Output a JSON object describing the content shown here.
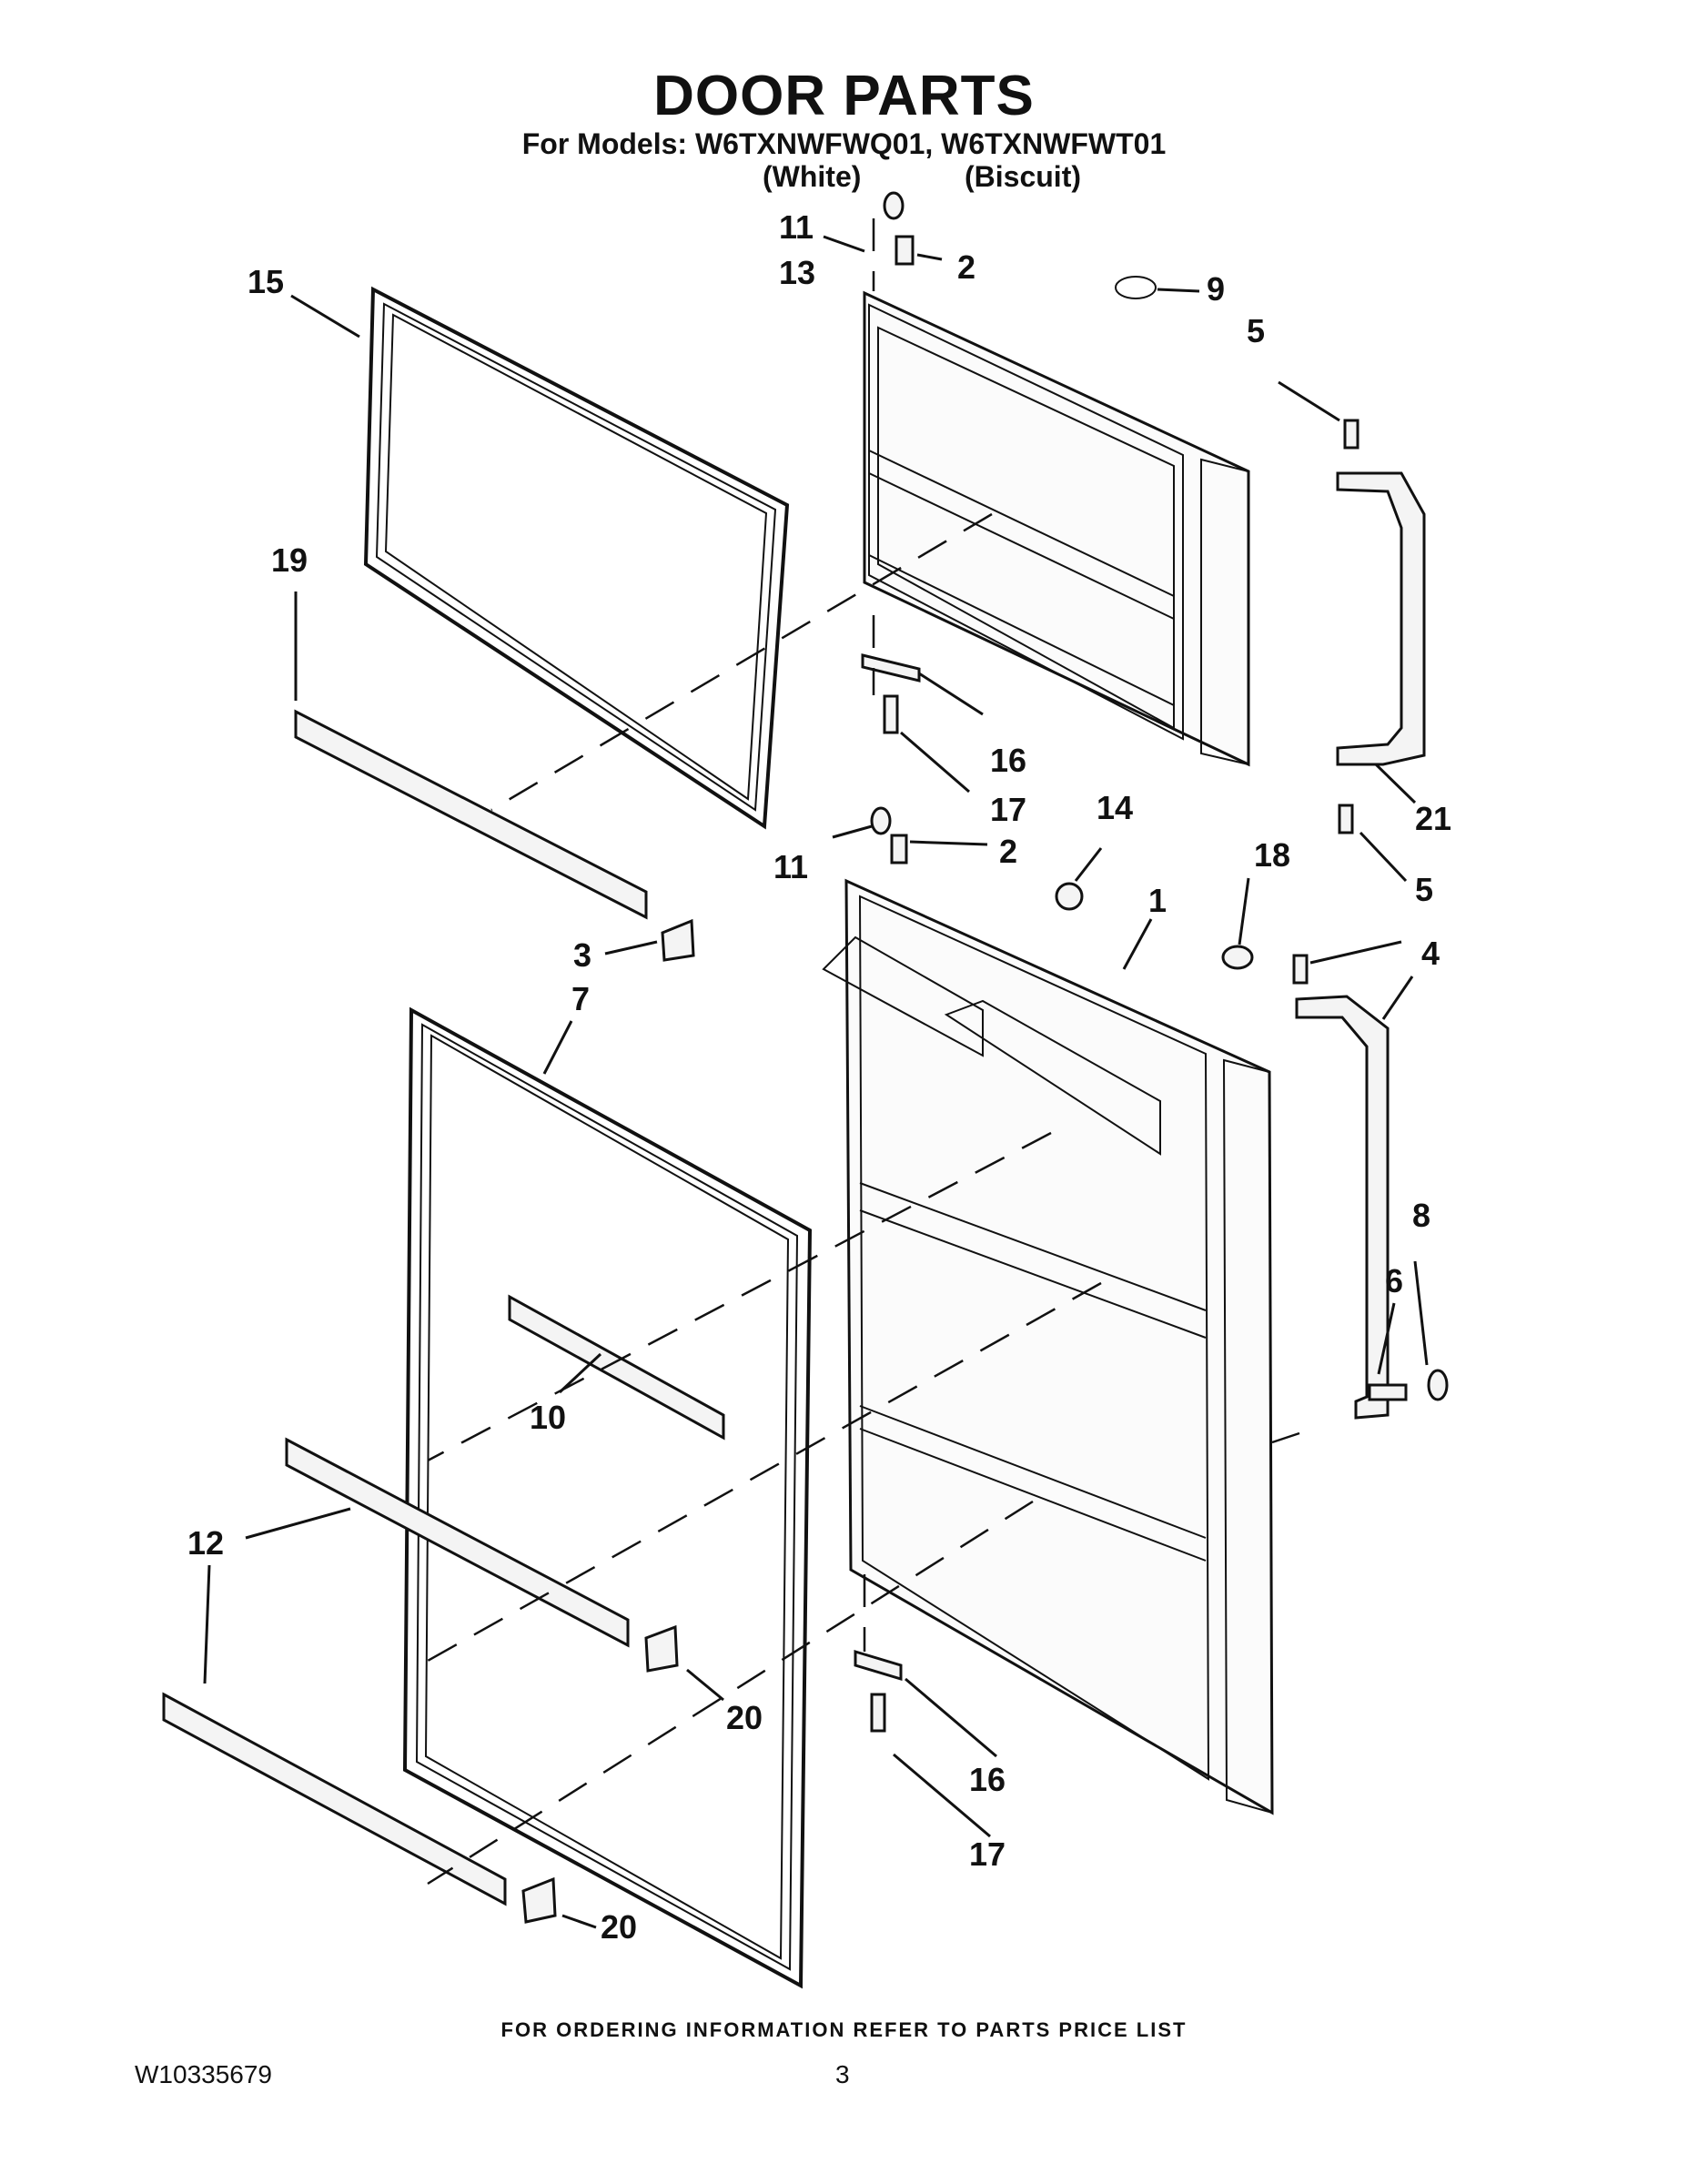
{
  "header": {
    "title": "DOOR PARTS",
    "models_line": "For Models: W6TXNWFWQ01, W6TXNWFWT01",
    "variant_white": "(White)",
    "variant_biscuit": "(Biscuit)"
  },
  "footer": {
    "ordering_note": "FOR ORDERING INFORMATION REFER TO PARTS PRICE LIST",
    "document_number": "W10335679",
    "page_number": "3"
  },
  "callouts": {
    "c1": "1",
    "c2a": "2",
    "c2b": "2",
    "c3": "3",
    "c4": "4",
    "c5a": "5",
    "c5b": "5",
    "c6": "6",
    "c7": "7",
    "c8": "8",
    "c9": "9",
    "c10": "10",
    "c11a": "11",
    "c11b": "11",
    "c12": "12",
    "c13": "13",
    "c14": "14",
    "c15": "15",
    "c16a": "16",
    "c16b": "16",
    "c17a": "17",
    "c17b": "17",
    "c18": "18",
    "c19": "19",
    "c20a": "20",
    "c20b": "20",
    "c21": "21"
  }
}
